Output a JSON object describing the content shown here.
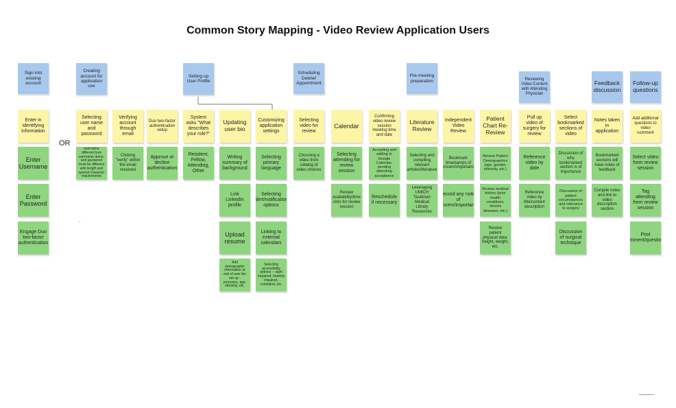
{
  "title": "Common Story Mapping - Video Review Application Users",
  "or_label": "OR",
  "tiny_mark": "-",
  "colors": {
    "blue": "#a8c8ee",
    "yellow": "#fdf5a6",
    "green": "#8fd57f"
  },
  "columns": [
    {
      "header": "Sign into existing account",
      "step": "Enter in identifying information",
      "tasks": [
        "Enter Username",
        "Enter Password",
        "Engage Duo two-factor authentication"
      ]
    },
    {
      "header": "Creating account for application use",
      "step": "Selecting user name and password",
      "tasks": [
        "username different from username alone, and password must be different with length and special character requirements"
      ]
    },
    {
      "step": "Verifying account through email",
      "tasks": [
        "Clicking \"verify\" within the email received"
      ]
    },
    {
      "step": "Duo two-factor authentication setup",
      "tasks": [
        "Approve or decline authentication"
      ]
    },
    {
      "header": "Setting up User Profile",
      "step": "System asks \"What describes your role?\"",
      "tasks": [
        "Resident, Fellow, Attending, Other"
      ]
    },
    {
      "step": "Updating user bio",
      "tasks": [
        "Writing summary of background",
        "Link LinkedIn profile",
        "Upload resume",
        "Add demographic information at end of user bio set up - pronouns, age, ethnicity, etc."
      ]
    },
    {
      "step": "Customizing application settings",
      "tasks": [
        "Selecting primary language",
        "Selecting alert/notification options",
        "Linking to external calendars",
        "Selecting accessibility options -- sight impaired, hearing impaired, colorblind, etc."
      ]
    },
    {
      "header": "Scheduling Debrief Appointment",
      "step": "Selecting video for review",
      "tasks": [
        "Choosing a video from catalog of video choices"
      ]
    },
    {
      "step": "Calendar",
      "tasks": [
        "Selecting attending for review session",
        "Review availability/time slots for review session"
      ]
    },
    {
      "step": "Confirming video review session meeting time and date",
      "tasks": [
        "Accepting and adding to Google Calendar, pending attending acceptance",
        "Reschedule if necessary"
      ]
    },
    {
      "header": "Pre-meeting preparation",
      "step": "Literature Review",
      "tasks": [
        "Selecting and compiling relevant articles/literature",
        "Leveraging UMICH Taubman Medical Library Resources"
      ]
    },
    {
      "step": "Independent Video Review",
      "tasks": [
        "Bookmark timestamps of concern/importance",
        "Record any notes of concern/importance"
      ]
    },
    {
      "step": "Patient Chart Re-Review",
      "tasks": [
        "Review Patient Demographics (age, gender, ethnicity, etc.)",
        "Review medical history (prior health conditions, chronic diseases, etc.)",
        "Review patient physical data: height, weight, etc."
      ]
    },
    {
      "header": "Reviewing Video Content with Attending Physician",
      "step": "Pull up video of surgery for review",
      "tasks": [
        "Reference video by date",
        "Reference video by title/content description"
      ]
    },
    {
      "step": "Select bookmarked sections of video",
      "tasks": [
        "Discussion of why bookmarked section is of importance",
        "Discussion of patient circumstances and relevance to surgery",
        "Discussion of surgical technique"
      ]
    },
    {
      "header": "Feedback discussion",
      "step": "Notes taken in application",
      "tasks": [
        "Bookmarked sections will have notes of feedback",
        "Compile notes and link to video description section"
      ]
    },
    {
      "header": "Follow-up questions",
      "step": "Add additional questions to video comment",
      "tasks": [
        "Select video from review session",
        "Tag attending from review session",
        "Post comment/questions"
      ]
    }
  ]
}
